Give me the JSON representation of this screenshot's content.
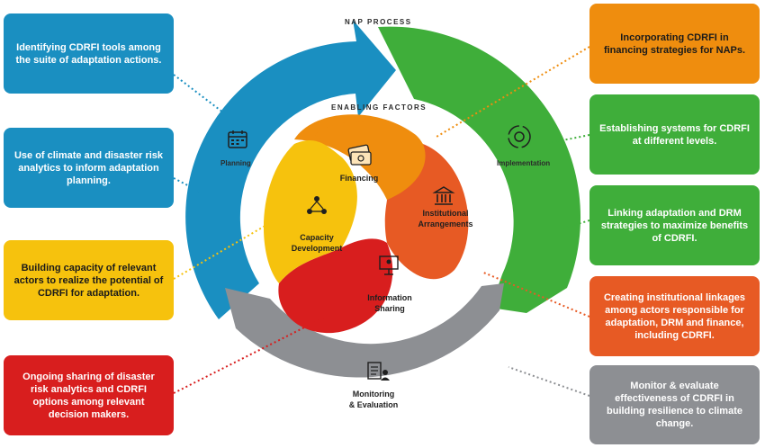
{
  "diagram": {
    "outer_title": "NAP PROCESS",
    "inner_title": "ENABLING FACTORS",
    "stages": {
      "planning": "Planning",
      "implementation": "Implementation",
      "monitoring_line1": "Monitoring",
      "monitoring_line2": "& Evaluation"
    },
    "factors": {
      "financing": "Financing",
      "institutional_line1": "Institutional",
      "institutional_line2": "Arrangements",
      "information_line1": "Information",
      "information_line2": "Sharing",
      "capacity_line1": "Capacity",
      "capacity_line2": "Development"
    }
  },
  "boxes": {
    "left": [
      "Identifying CDRFI tools among the suite of adaptation actions.",
      "Use of climate and disaster risk analytics to inform adaptation planning.",
      "Building capacity of relevant actors to realize the potential of CDRFI for adaptation.",
      "Ongoing sharing of disaster risk analytics and CDRFI options among relevant decision makers."
    ],
    "right": [
      "Incorporating CDRFI in financing strategies for NAPs.",
      "Establishing systems for CDRFI  at different levels.",
      "Linking adaptation and DRM strategies to maximize benefits of CDRFI.",
      "Creating institutional linkages among actors responsible for adaptation, DRM and finance, including CDRFI.",
      "Monitor & evaluate effectiveness of CDRFI in building resilience to climate change."
    ]
  },
  "colors": {
    "blue": "#1a8fc1",
    "green": "#3fae3a",
    "gray": "#8d8f93",
    "orange": "#ef8d0e",
    "red": "#d81e1e",
    "yellow": "#f6c20d",
    "orange_red": "#e75a24"
  }
}
